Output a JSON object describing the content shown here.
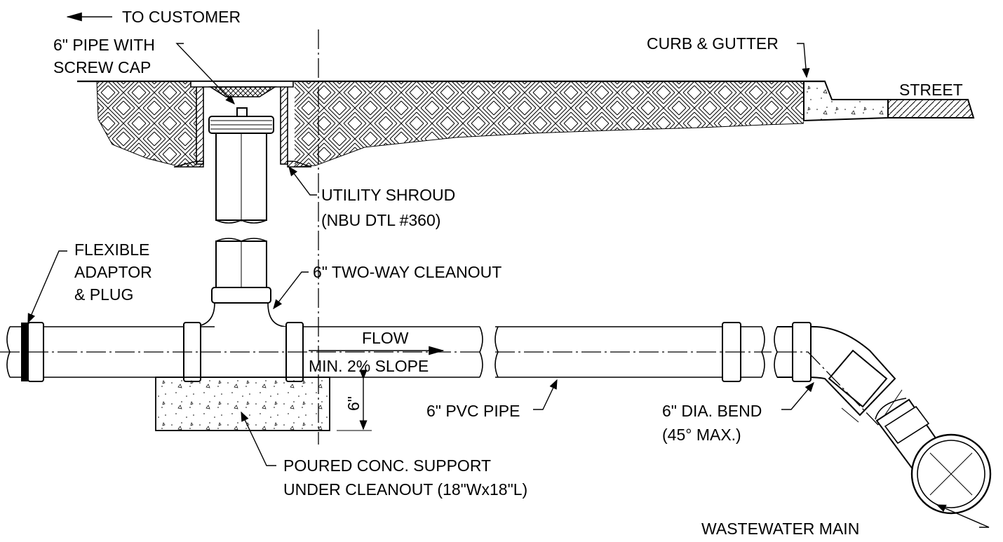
{
  "labels": {
    "to_customer": "TO CUSTOMER",
    "pipe_cap_1": "6\" PIPE WITH",
    "pipe_cap_2": "SCREW CAP",
    "curb": "CURB & GUTTER",
    "street": "STREET",
    "shroud_1": "UTILITY SHROUD",
    "shroud_2": "(NBU DTL #360)",
    "flex_1": "FLEXIBLE",
    "flex_2": "ADAPTOR",
    "flex_3": "& PLUG",
    "cleanout": "6\" TWO-WAY CLEANOUT",
    "flow": "FLOW",
    "slope": "MIN. 2% SLOPE",
    "dim_6in": "6\"",
    "pvc": "6\" PVC PIPE",
    "bend_1": "6\" DIA. BEND",
    "bend_2": "(45° MAX.)",
    "support_1": "POURED CONC. SUPPORT",
    "support_2": "UNDER CLEANOUT (18\"Wx18\"L)",
    "main": "WASTEWATER MAIN"
  }
}
